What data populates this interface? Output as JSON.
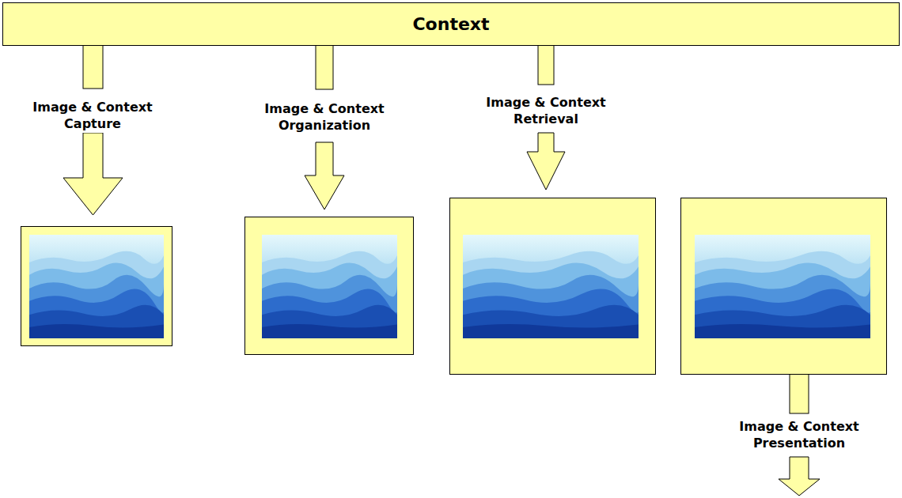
{
  "diagram": {
    "nodes": [
      {
        "text": [
          "Context"
        ]
      }
    ],
    "labels": [
      "Image & Context Capture",
      "Image & Context Organization",
      "Image & Context Retrieval",
      "Image & Context Presentation"
    ]
  }
}
